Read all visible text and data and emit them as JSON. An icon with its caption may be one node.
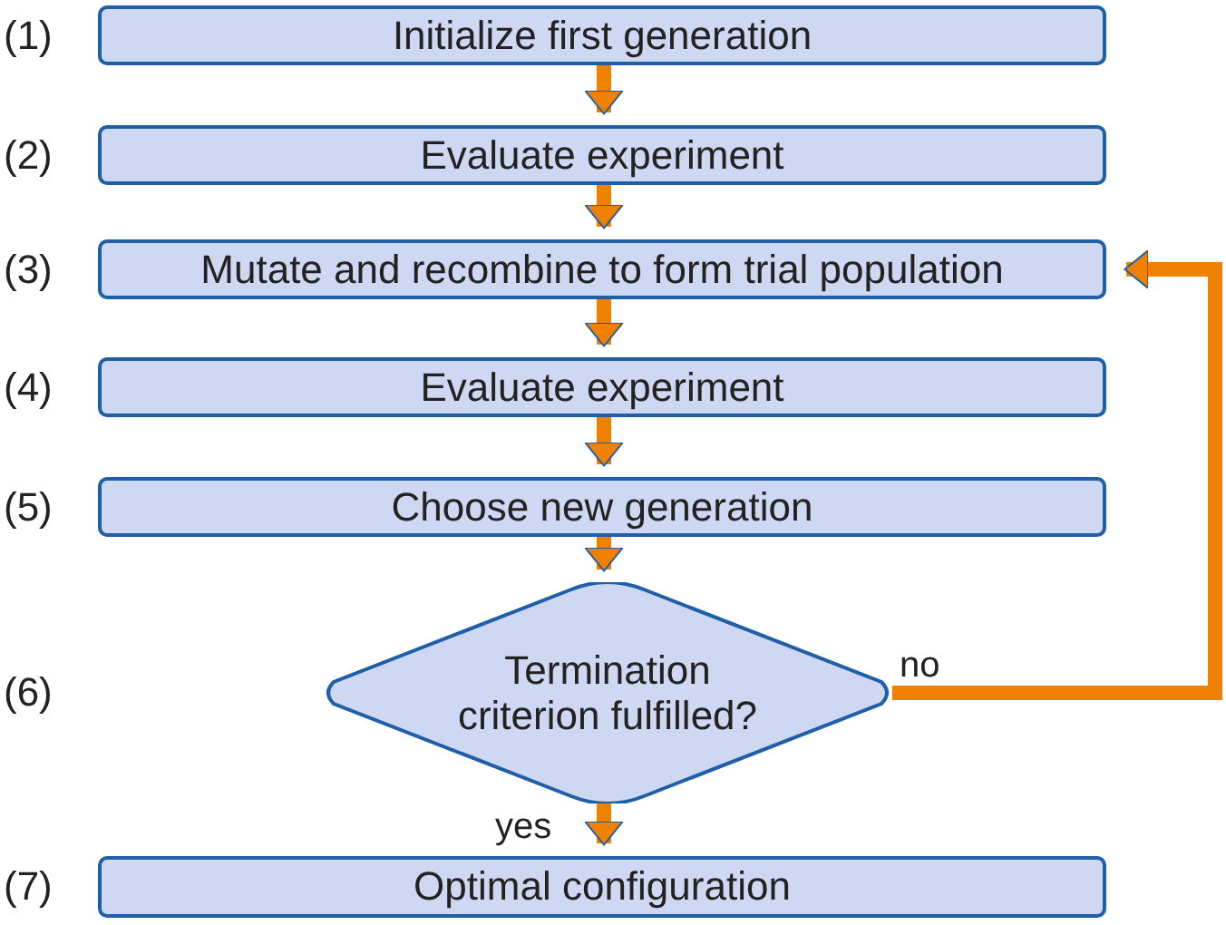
{
  "diagram": {
    "nodes": [
      {
        "text": [
          "Initialize first generation"
        ]
      },
      {
        "text": [
          "Evaluate experiment"
        ]
      },
      {
        "text": [
          "Mutate and recombine to form trial population"
        ]
      },
      {
        "text": [
          "Evaluate experiment"
        ]
      },
      {
        "text": [
          "Choose new generation"
        ]
      },
      {
        "text": [
          "Termination criterion fulfilled?"
        ]
      },
      {
        "text": [
          "Optimal configuration"
        ]
      }
    ],
    "edges": [
      {
        "from": 0,
        "to": 1,
        "arrow": "to"
      },
      {
        "from": 1,
        "to": 2,
        "arrow": "to"
      },
      {
        "from": 2,
        "to": 3,
        "arrow": "to"
      },
      {
        "from": 3,
        "to": 4,
        "arrow": "to"
      },
      {
        "from": 4,
        "to": 5,
        "arrow": "to"
      },
      {
        "from": 5,
        "to": 2,
        "arrow": "to",
        "label": "no"
      },
      {
        "from": 5,
        "to": 6,
        "arrow": "to",
        "label": "yes"
      }
    ],
    "labels": [
      "(1)",
      "(2)",
      "(3)",
      "(4)",
      "(5)",
      "(6)",
      "(7)"
    ]
  }
}
